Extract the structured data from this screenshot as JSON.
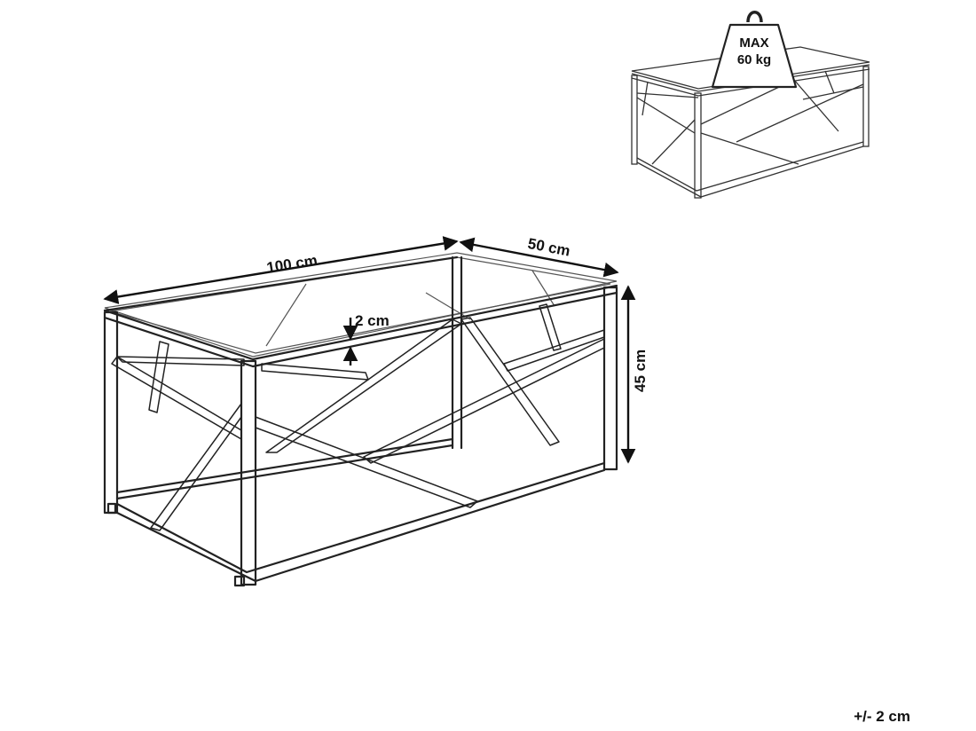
{
  "dimensions": {
    "width": "100 cm",
    "depth": "50 cm",
    "height": "45 cm",
    "glass_thickness": "2 cm"
  },
  "weight_badge": {
    "line1": "MAX",
    "line2": "60 kg"
  },
  "tolerance": "+/- 2 cm"
}
